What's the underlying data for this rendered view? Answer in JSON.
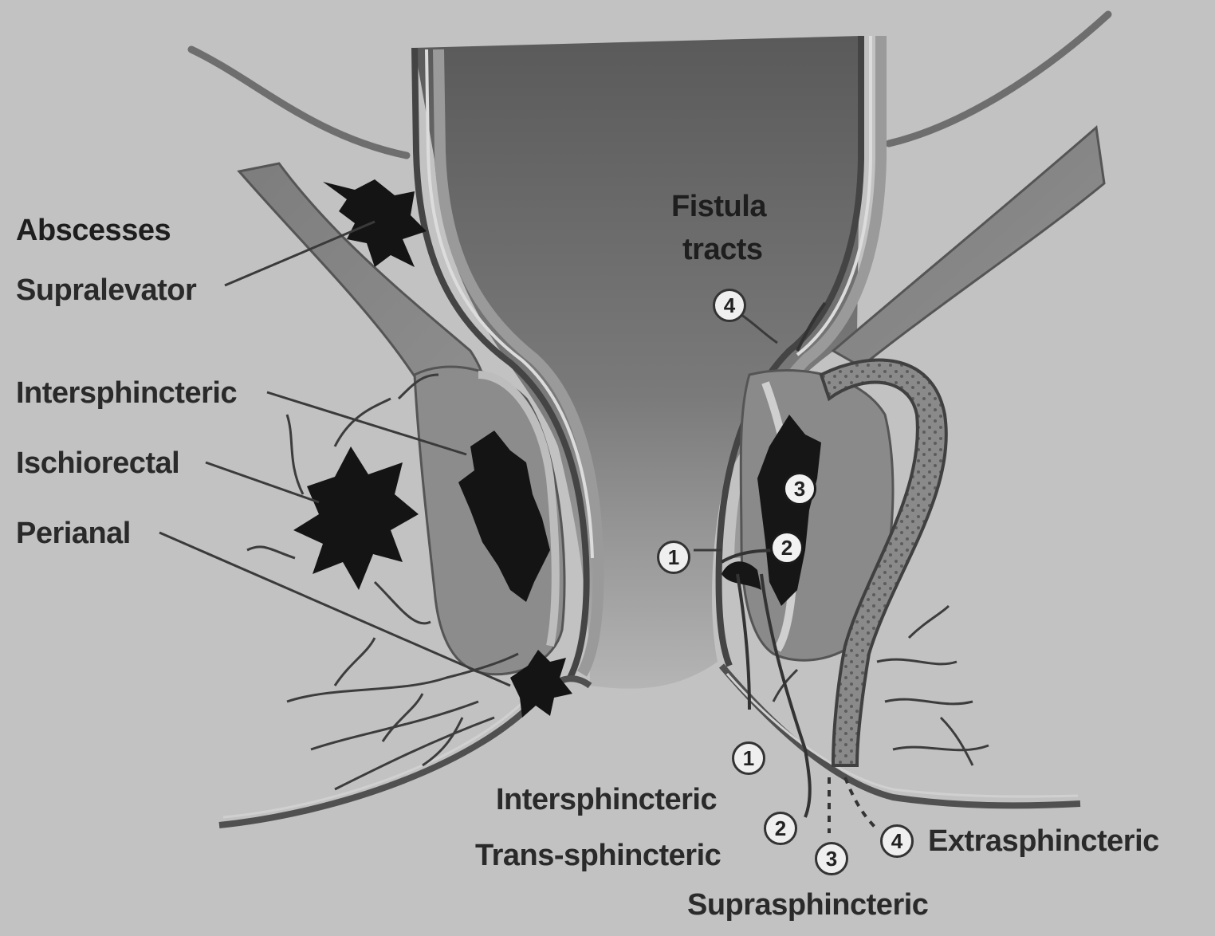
{
  "abscesses": {
    "heading": "Abscesses",
    "labels": {
      "supralevator": "Supralevator",
      "intersphincteric": "Intersphincteric",
      "ischiorectal": "Ischiorectal",
      "perianal": "Perianal"
    }
  },
  "fistula": {
    "heading_line1": "Fistula",
    "heading_line2": "tracts",
    "markers": {
      "one": "1",
      "two": "2",
      "three": "3",
      "four": "4"
    },
    "labels": {
      "intersphincteric": "Intersphincteric",
      "trans_sphincteric": "Trans-sphincteric",
      "suprasphincteric": "Suprasphincteric",
      "extrasphincteric": "Extrasphincteric"
    }
  }
}
